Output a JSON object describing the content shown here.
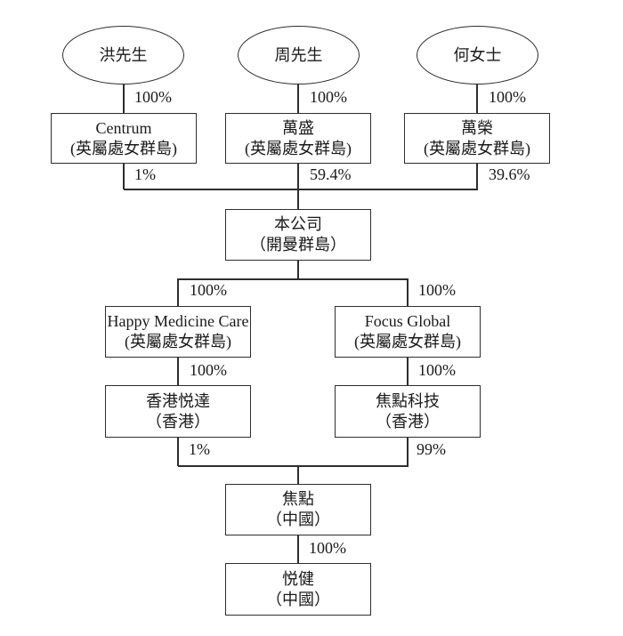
{
  "colors": {
    "line": "#2e2e2e",
    "text": "#1a1a1a",
    "background": "#ffffff"
  },
  "nodes": {
    "hong": {
      "name": "洪先生"
    },
    "zhou": {
      "name": "周先生"
    },
    "he": {
      "name": "何女士"
    },
    "centrum": {
      "name": "Centrum",
      "jurisdiction": "(英屬處女群島)"
    },
    "wansheng": {
      "name": "萬盛",
      "jurisdiction": "(英屬處女群島)"
    },
    "wanrong": {
      "name": "萬榮",
      "jurisdiction": "(英屬處女群島)"
    },
    "company": {
      "name": "本公司",
      "jurisdiction": "（開曼群島）"
    },
    "happy_medicine_care": {
      "name": "Happy Medicine Care",
      "jurisdiction": "(英屬處女群島)"
    },
    "focus_global": {
      "name": "Focus Global",
      "jurisdiction": "(英屬處女群島)"
    },
    "hk_yueda": {
      "name": "香港悦達",
      "jurisdiction": "（香港）"
    },
    "focus_tech": {
      "name": "焦點科技",
      "jurisdiction": "（香港）"
    },
    "jiaodian": {
      "name": "焦點",
      "jurisdiction": "（中國）"
    },
    "yuejian": {
      "name": "悦健",
      "jurisdiction": "（中國）"
    }
  },
  "edges": {
    "hong_centrum": "100%",
    "zhou_wansheng": "100%",
    "he_wanrong": "100%",
    "centrum_company": "1%",
    "wansheng_company": "59.4%",
    "wanrong_company": "39.6%",
    "company_hmc": "100%",
    "company_focus_global": "100%",
    "hmc_hk_yueda": "100%",
    "focus_global_focus_tech": "100%",
    "hk_yueda_jiaodian": "1%",
    "focus_tech_jiaodian": "99%",
    "jiaodian_yuejian": "100%"
  }
}
